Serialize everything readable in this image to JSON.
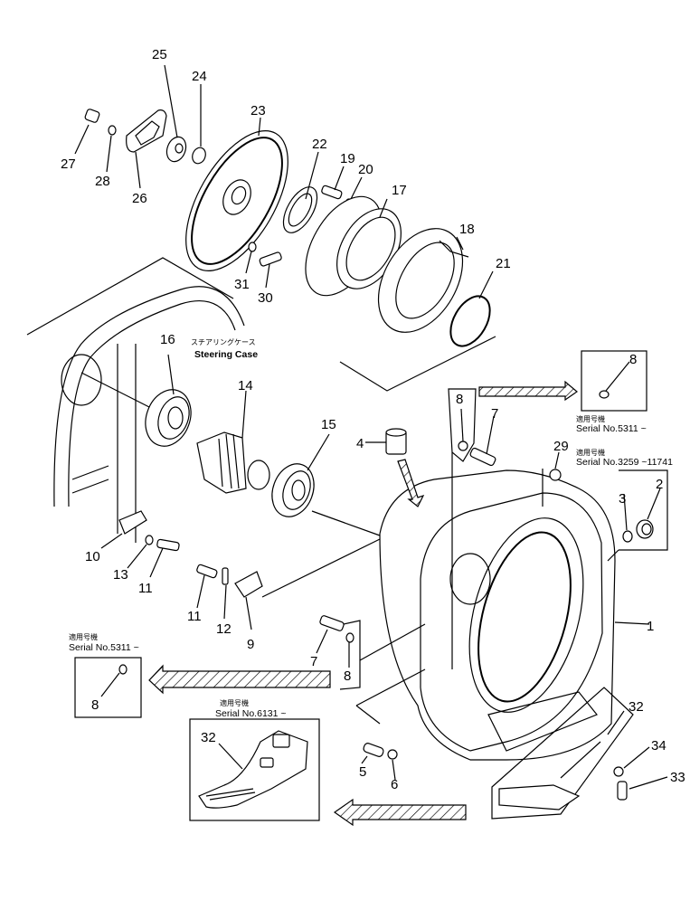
{
  "diagram": {
    "title": "Steering Case assembly exploded parts view",
    "case_label": {
      "jp": "スチアリングケース",
      "en": "Steering Case"
    },
    "serial_notes": {
      "applicable_jp": "適用号機",
      "s5311_right": "Serial No.5311 ~",
      "s3259": "Serial No.3259 ~11741",
      "s5311_left": "Serial No.5311 ~",
      "s6131": "Serial No.6131 ~"
    },
    "callouts": [
      {
        "id": "c1",
        "text": "1"
      },
      {
        "id": "c2",
        "text": "2"
      },
      {
        "id": "c3",
        "text": "3"
      },
      {
        "id": "c4",
        "text": "4"
      },
      {
        "id": "c5",
        "text": "5"
      },
      {
        "id": "c6",
        "text": "6"
      },
      {
        "id": "c7a",
        "text": "7"
      },
      {
        "id": "c7b",
        "text": "7"
      },
      {
        "id": "c8a",
        "text": "8"
      },
      {
        "id": "c8b",
        "text": "8"
      },
      {
        "id": "c8c",
        "text": "8"
      },
      {
        "id": "c8d",
        "text": "8"
      },
      {
        "id": "c9",
        "text": "9"
      },
      {
        "id": "c10",
        "text": "10"
      },
      {
        "id": "c11a",
        "text": "11"
      },
      {
        "id": "c11b",
        "text": "11"
      },
      {
        "id": "c12",
        "text": "12"
      },
      {
        "id": "c13",
        "text": "13"
      },
      {
        "id": "c14",
        "text": "14"
      },
      {
        "id": "c15",
        "text": "15"
      },
      {
        "id": "c16",
        "text": "16"
      },
      {
        "id": "c17",
        "text": "17"
      },
      {
        "id": "c18",
        "text": "18"
      },
      {
        "id": "c19",
        "text": "19"
      },
      {
        "id": "c20",
        "text": "20"
      },
      {
        "id": "c21",
        "text": "21"
      },
      {
        "id": "c22",
        "text": "22"
      },
      {
        "id": "c23",
        "text": "23"
      },
      {
        "id": "c24",
        "text": "24"
      },
      {
        "id": "c25",
        "text": "25"
      },
      {
        "id": "c26",
        "text": "26"
      },
      {
        "id": "c27",
        "text": "27"
      },
      {
        "id": "c28",
        "text": "28"
      },
      {
        "id": "c29",
        "text": "29"
      },
      {
        "id": "c30",
        "text": "30"
      },
      {
        "id": "c31",
        "text": "31"
      },
      {
        "id": "c32a",
        "text": "32"
      },
      {
        "id": "c32b",
        "text": "32"
      },
      {
        "id": "c33",
        "text": "33"
      },
      {
        "id": "c34",
        "text": "34"
      }
    ]
  }
}
